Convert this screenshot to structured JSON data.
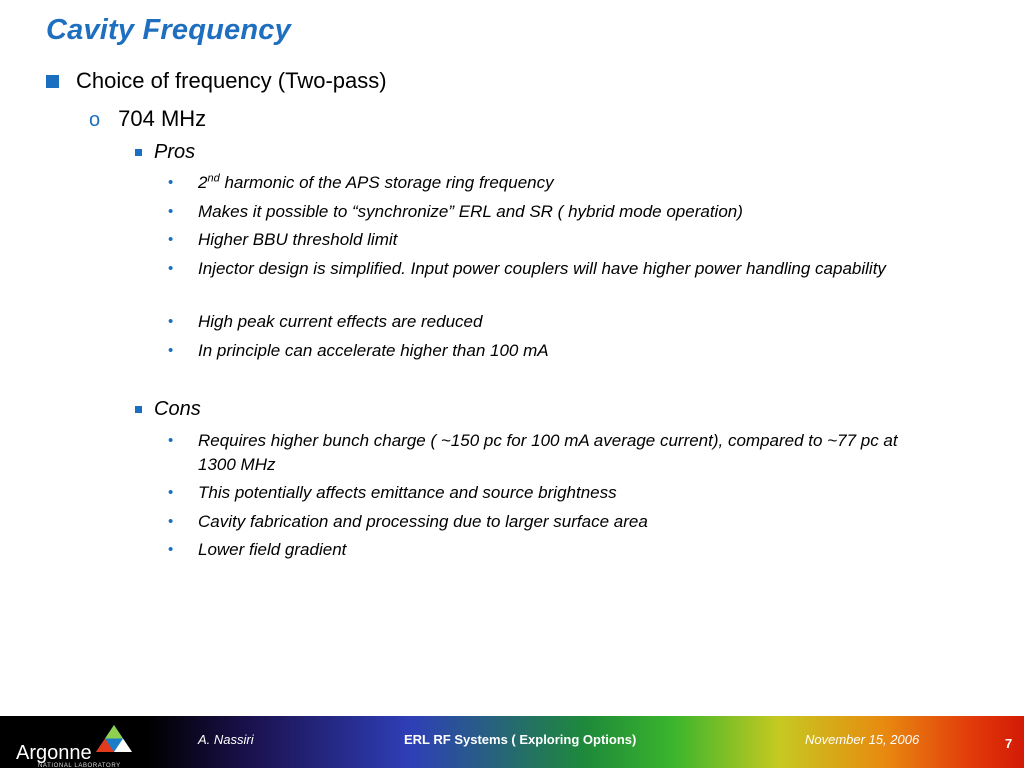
{
  "slide": {
    "title": "Cavity Frequency",
    "level1": "Choice of frequency (Two-pass)",
    "level2": "704 MHz",
    "pros": {
      "heading": "Pros",
      "item0_base": "2",
      "item0_sup": "nd",
      "item0_rest": " harmonic of the APS storage ring frequency",
      "items": [
        "Makes it possible to “synchronize” ERL and SR ( hybrid mode operation)",
        "Higher BBU threshold limit",
        "Injector design is simplified. Input power couplers will have higher power handling capability",
        "High peak current effects are reduced",
        "In principle can accelerate higher than 100 mA"
      ]
    },
    "cons": {
      "heading": "Cons",
      "items": [
        "Requires higher bunch charge ( ~150 pc for 100 mA average current), compared to ~77 pc at 1300 MHz",
        "This potentially affects emittance and source brightness",
        "Cavity fabrication and processing due to larger surface area",
        "Lower field gradient"
      ]
    }
  },
  "footer": {
    "logo_word": "Argonne",
    "logo_sub": "NATIONAL LABORATORY",
    "author": "A. Nassiri",
    "talk_title": "ERL RF Systems ( Exploring Options)",
    "date": "November 15, 2006",
    "page_number": "7"
  },
  "colors": {
    "title": "#1f6fc1",
    "bullet": "#1a6fc0",
    "footer_bg": "#000000"
  }
}
